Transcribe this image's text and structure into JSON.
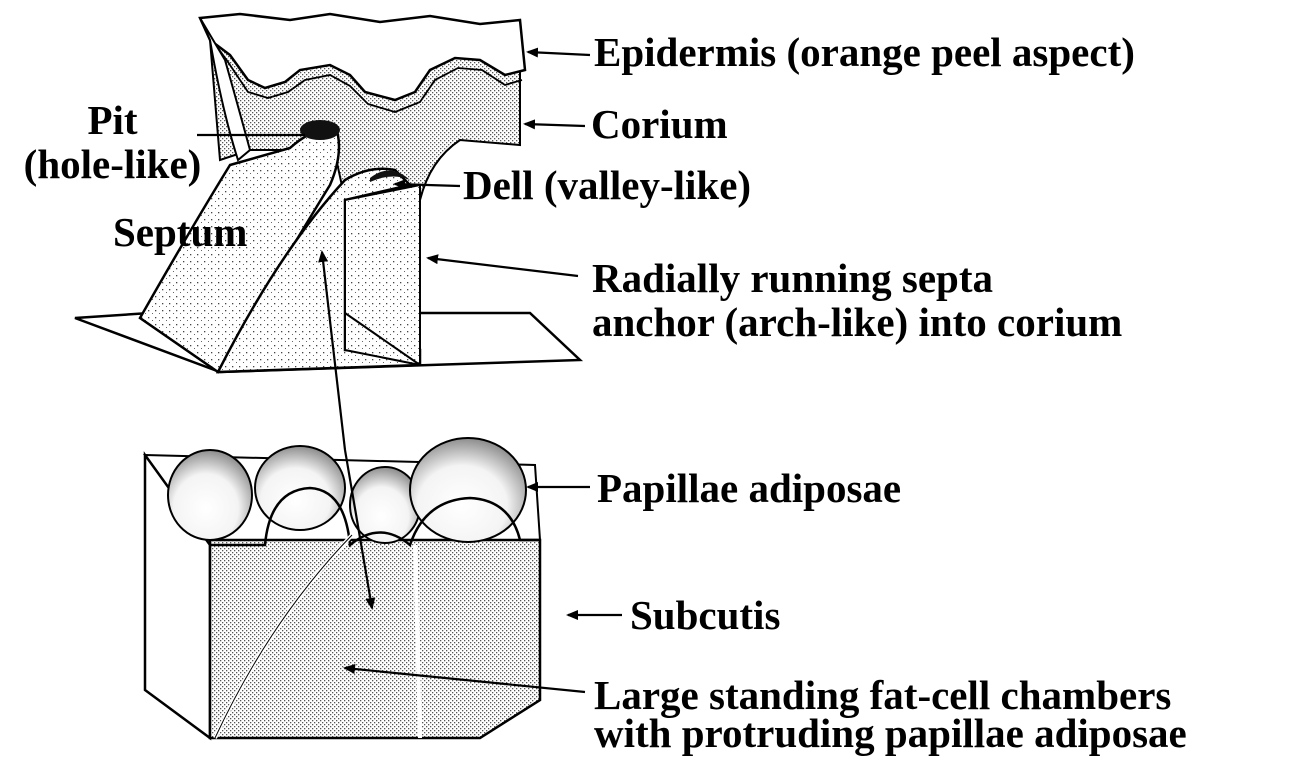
{
  "labels": {
    "epidermis": "Epidermis (orange peel aspect)",
    "corium": "Corium",
    "pit_line1": "Pit",
    "pit_line2": "(hole-like)",
    "dell": "Dell (valley-like)",
    "septum": "Septum",
    "radial_line1": "Radially running septa",
    "radial_line2": "anchor (arch-like) into corium",
    "papillae": "Papillae adiposae",
    "subcutis": "Subcutis",
    "chambers_line1": "Large standing fat-cell chambers",
    "chambers_line2": "with protruding papillae adiposae"
  },
  "colors": {
    "ink": "#000000",
    "paper": "#ffffff",
    "stipple": "#9a9a9a"
  }
}
